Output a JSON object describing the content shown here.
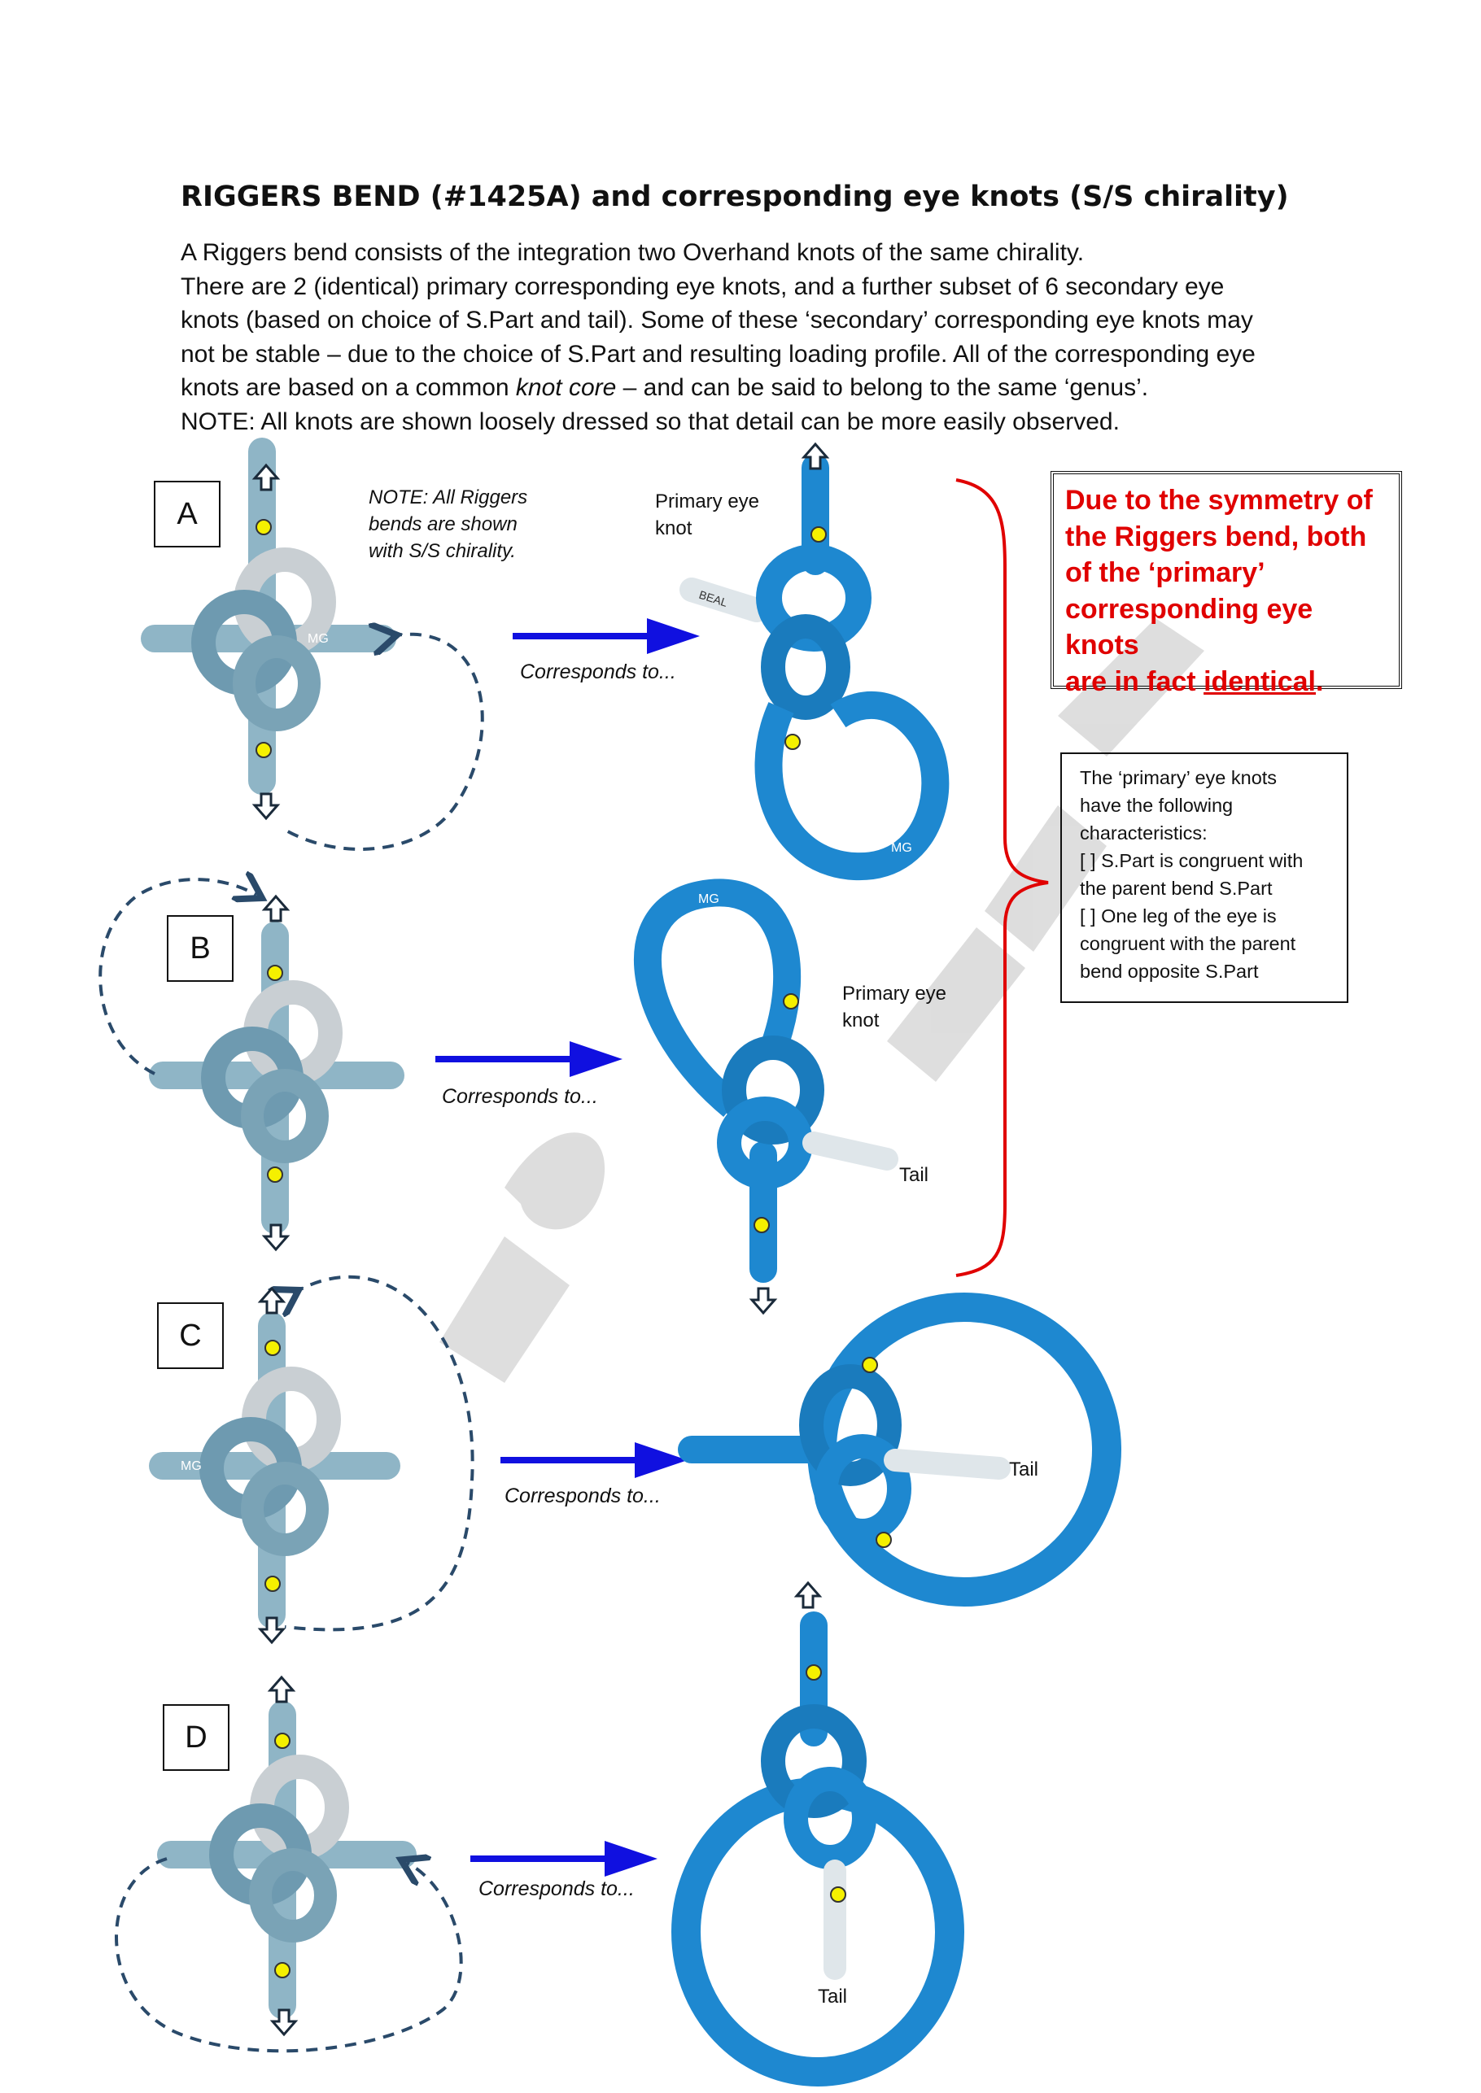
{
  "title": "RIGGERS BEND (#1425A) and corresponding eye knots (S/S chirality)",
  "intro": {
    "line1": "A Riggers bend consists of the integration two Overhand knots of the same chirality.",
    "line2": "There are 2 (identical) primary corresponding eye knots, and a further subset of 6 secondary eye",
    "line3": "knots (based on choice of S.Part and tail). Some of these ‘secondary’ corresponding eye knots may",
    "line4": "not be stable – due to the choice of S.Part and resulting loading profile. All of the corresponding eye",
    "line5a": "knots are based on a common ",
    "line5b": "knot core",
    "line5c": " – and can be said to belong to the same ‘genus’.",
    "line6": "NOTE: All knots are shown loosely dressed so that detail can be more easily observed."
  },
  "side_note": [
    "NOTE: All Riggers",
    "bends are shown",
    "with S/S chirality."
  ],
  "panels": [
    {
      "label": "A",
      "corresponds": "Corresponds to...",
      "eye_label": [
        "Primary eye",
        "knot"
      ],
      "tail": ""
    },
    {
      "label": "B",
      "corresponds": "Corresponds to...",
      "eye_label": [
        "Primary eye",
        "knot"
      ],
      "tail": "Tail"
    },
    {
      "label": "C",
      "corresponds": "Corresponds to...",
      "eye_label": [],
      "tail": "Tail"
    },
    {
      "label": "D",
      "corresponds": "Corresponds to...",
      "eye_label": [],
      "tail": "Tail"
    }
  ],
  "rope_marks": {
    "mg": "MG",
    "beal": "BEAL"
  },
  "symmetry_box": {
    "t1": "Due to the symmetry of",
    "t2": "the Riggers bend, both",
    "t3": "of the ‘primary’",
    "t4": "corresponding eye knots",
    "t5a": "are in fact ",
    "t5b": "identical",
    "t5c": "."
  },
  "info_box": {
    "l1": "The ‘primary’ eye knots",
    "l2": "have the following",
    "l3": "characteristics:",
    "l4": "[ ] S.Part is congruent with",
    "l5": "the parent bend S.Part",
    "l6": "[ ] One leg of the eye is",
    "l7": "congruent with the parent",
    "l8": "bend opposite S.Part"
  },
  "colors": {
    "rope_blue": "#1e88d0",
    "rope_grey": "#b8c4cc",
    "rope_bend": "#7fa6b8",
    "arrow_blue": "#1010e0",
    "bracket_red": "#e00000",
    "dot_yellow": "#f5f000",
    "dashed": "#2a4a6a"
  },
  "icons": [
    "up-arrow-outline-icon",
    "down-arrow-outline-icon",
    "blue-right-arrow-icon",
    "red-curly-brace-icon"
  ]
}
